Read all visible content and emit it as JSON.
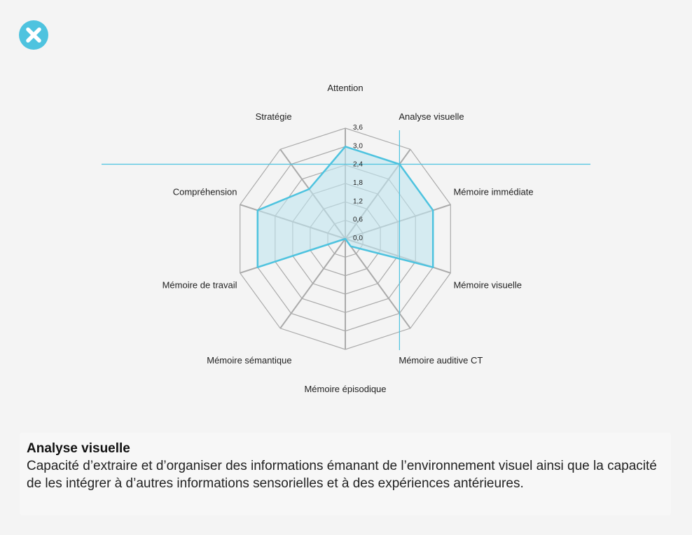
{
  "close_button": {
    "icon": "close-icon",
    "color": "#4ec3df"
  },
  "chart_data": {
    "type": "radar",
    "axes": [
      "Attention",
      "Analyse visuelle",
      "Mémoire immédiate",
      "Mémoire visuelle",
      "Mémoire auditive CT",
      "Mémoire épisodique",
      "Mémoire sémantique",
      "Mémoire de travail",
      "Compréhension",
      "Stratégie"
    ],
    "ticks": [
      "0,0",
      "0,6",
      "1,2",
      "1,8",
      "2,4",
      "3,0",
      "3,6"
    ],
    "tick_values": [
      0,
      0.6,
      1.2,
      1.8,
      2.4,
      3.0,
      3.6
    ],
    "range": [
      0,
      3.6
    ],
    "values": [
      3.0,
      3.0,
      3.0,
      3.0,
      0.3,
      0.0,
      0.0,
      3.0,
      3.0,
      2.0
    ],
    "selected_axis": "Analyse visuelle",
    "colors": {
      "series_stroke": "#4ec3df",
      "series_fill": "#bfe5ef",
      "grid": "#aaaaaa",
      "crosshair": "#4ec3df"
    }
  },
  "description": {
    "title": "Analyse visuelle",
    "body": "Capacité d’extraire et d’organiser des informations émanant de l’environnement visuel ainsi que la capacité de les intégrer à d’autres informations sensorielles et à des expériences antérieures."
  }
}
